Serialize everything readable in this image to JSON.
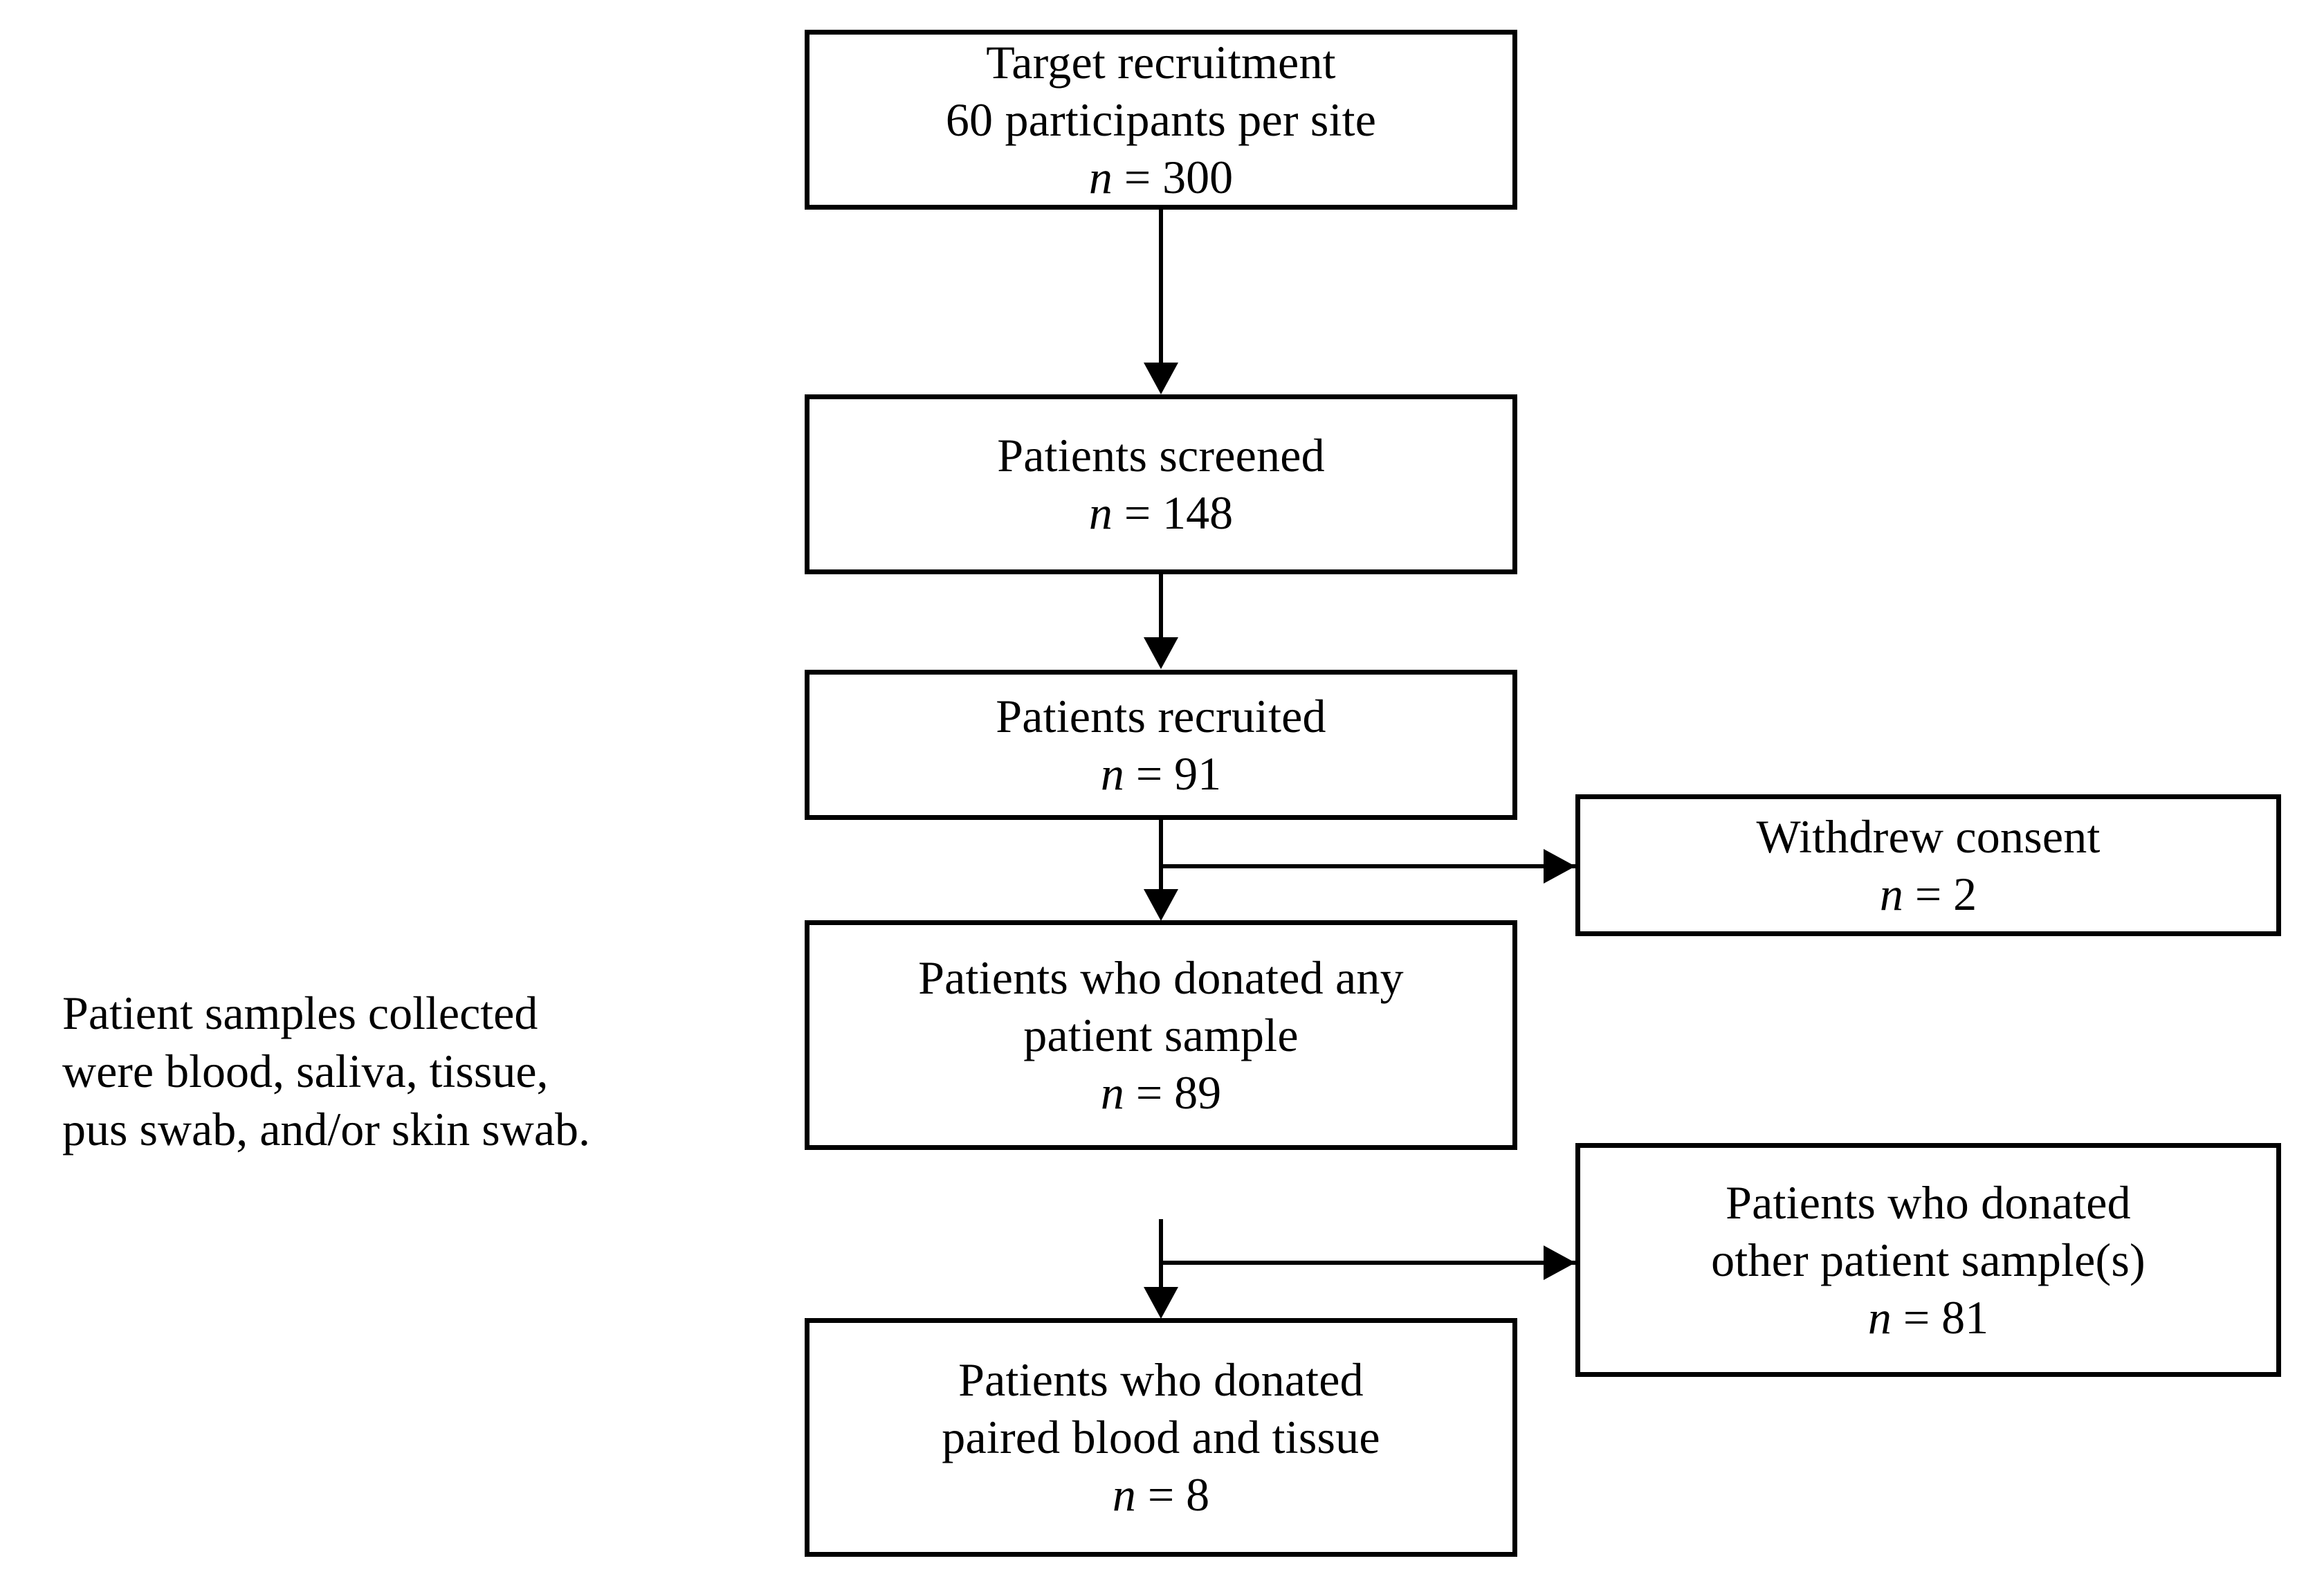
{
  "diagram": {
    "type": "flowchart",
    "orientation": "top-to-bottom-with-right-branches",
    "background_color": "#ffffff",
    "line_color": "#000000",
    "text_color": "#000000"
  },
  "nodes": {
    "target_recruitment": {
      "line1": "Target recruitment",
      "line2": "60 participants per site",
      "n_symbol": "n",
      "n_equals": " = ",
      "n_value": "300"
    },
    "patients_screened": {
      "line1": "Patients screened",
      "n_symbol": "n",
      "n_equals": " = ",
      "n_value": "148"
    },
    "patients_recruited": {
      "line1": "Patients recruited",
      "n_symbol": "n",
      "n_equals": " = ",
      "n_value": "91"
    },
    "donated_any_sample": {
      "line1": "Patients who donated any",
      "line2": "patient sample",
      "n_symbol": "n",
      "n_equals": " = ",
      "n_value": "89"
    },
    "donated_paired": {
      "line1": "Patients who donated",
      "line2": "paired blood and tissue",
      "n_symbol": "n",
      "n_equals": " = ",
      "n_value": "8"
    },
    "withdrew_consent": {
      "line1": "Withdrew consent",
      "n_symbol": "n",
      "n_equals": " = ",
      "n_value": "2"
    },
    "donated_other_samples": {
      "line1": "Patients who donated",
      "line2": "other patient sample(s)",
      "n_symbol": "n",
      "n_equals": " = ",
      "n_value": "81"
    }
  },
  "annotation": {
    "text": "Patient samples collected\nwere blood, saliva, tissue,\npus swab, and/or skin swab."
  }
}
